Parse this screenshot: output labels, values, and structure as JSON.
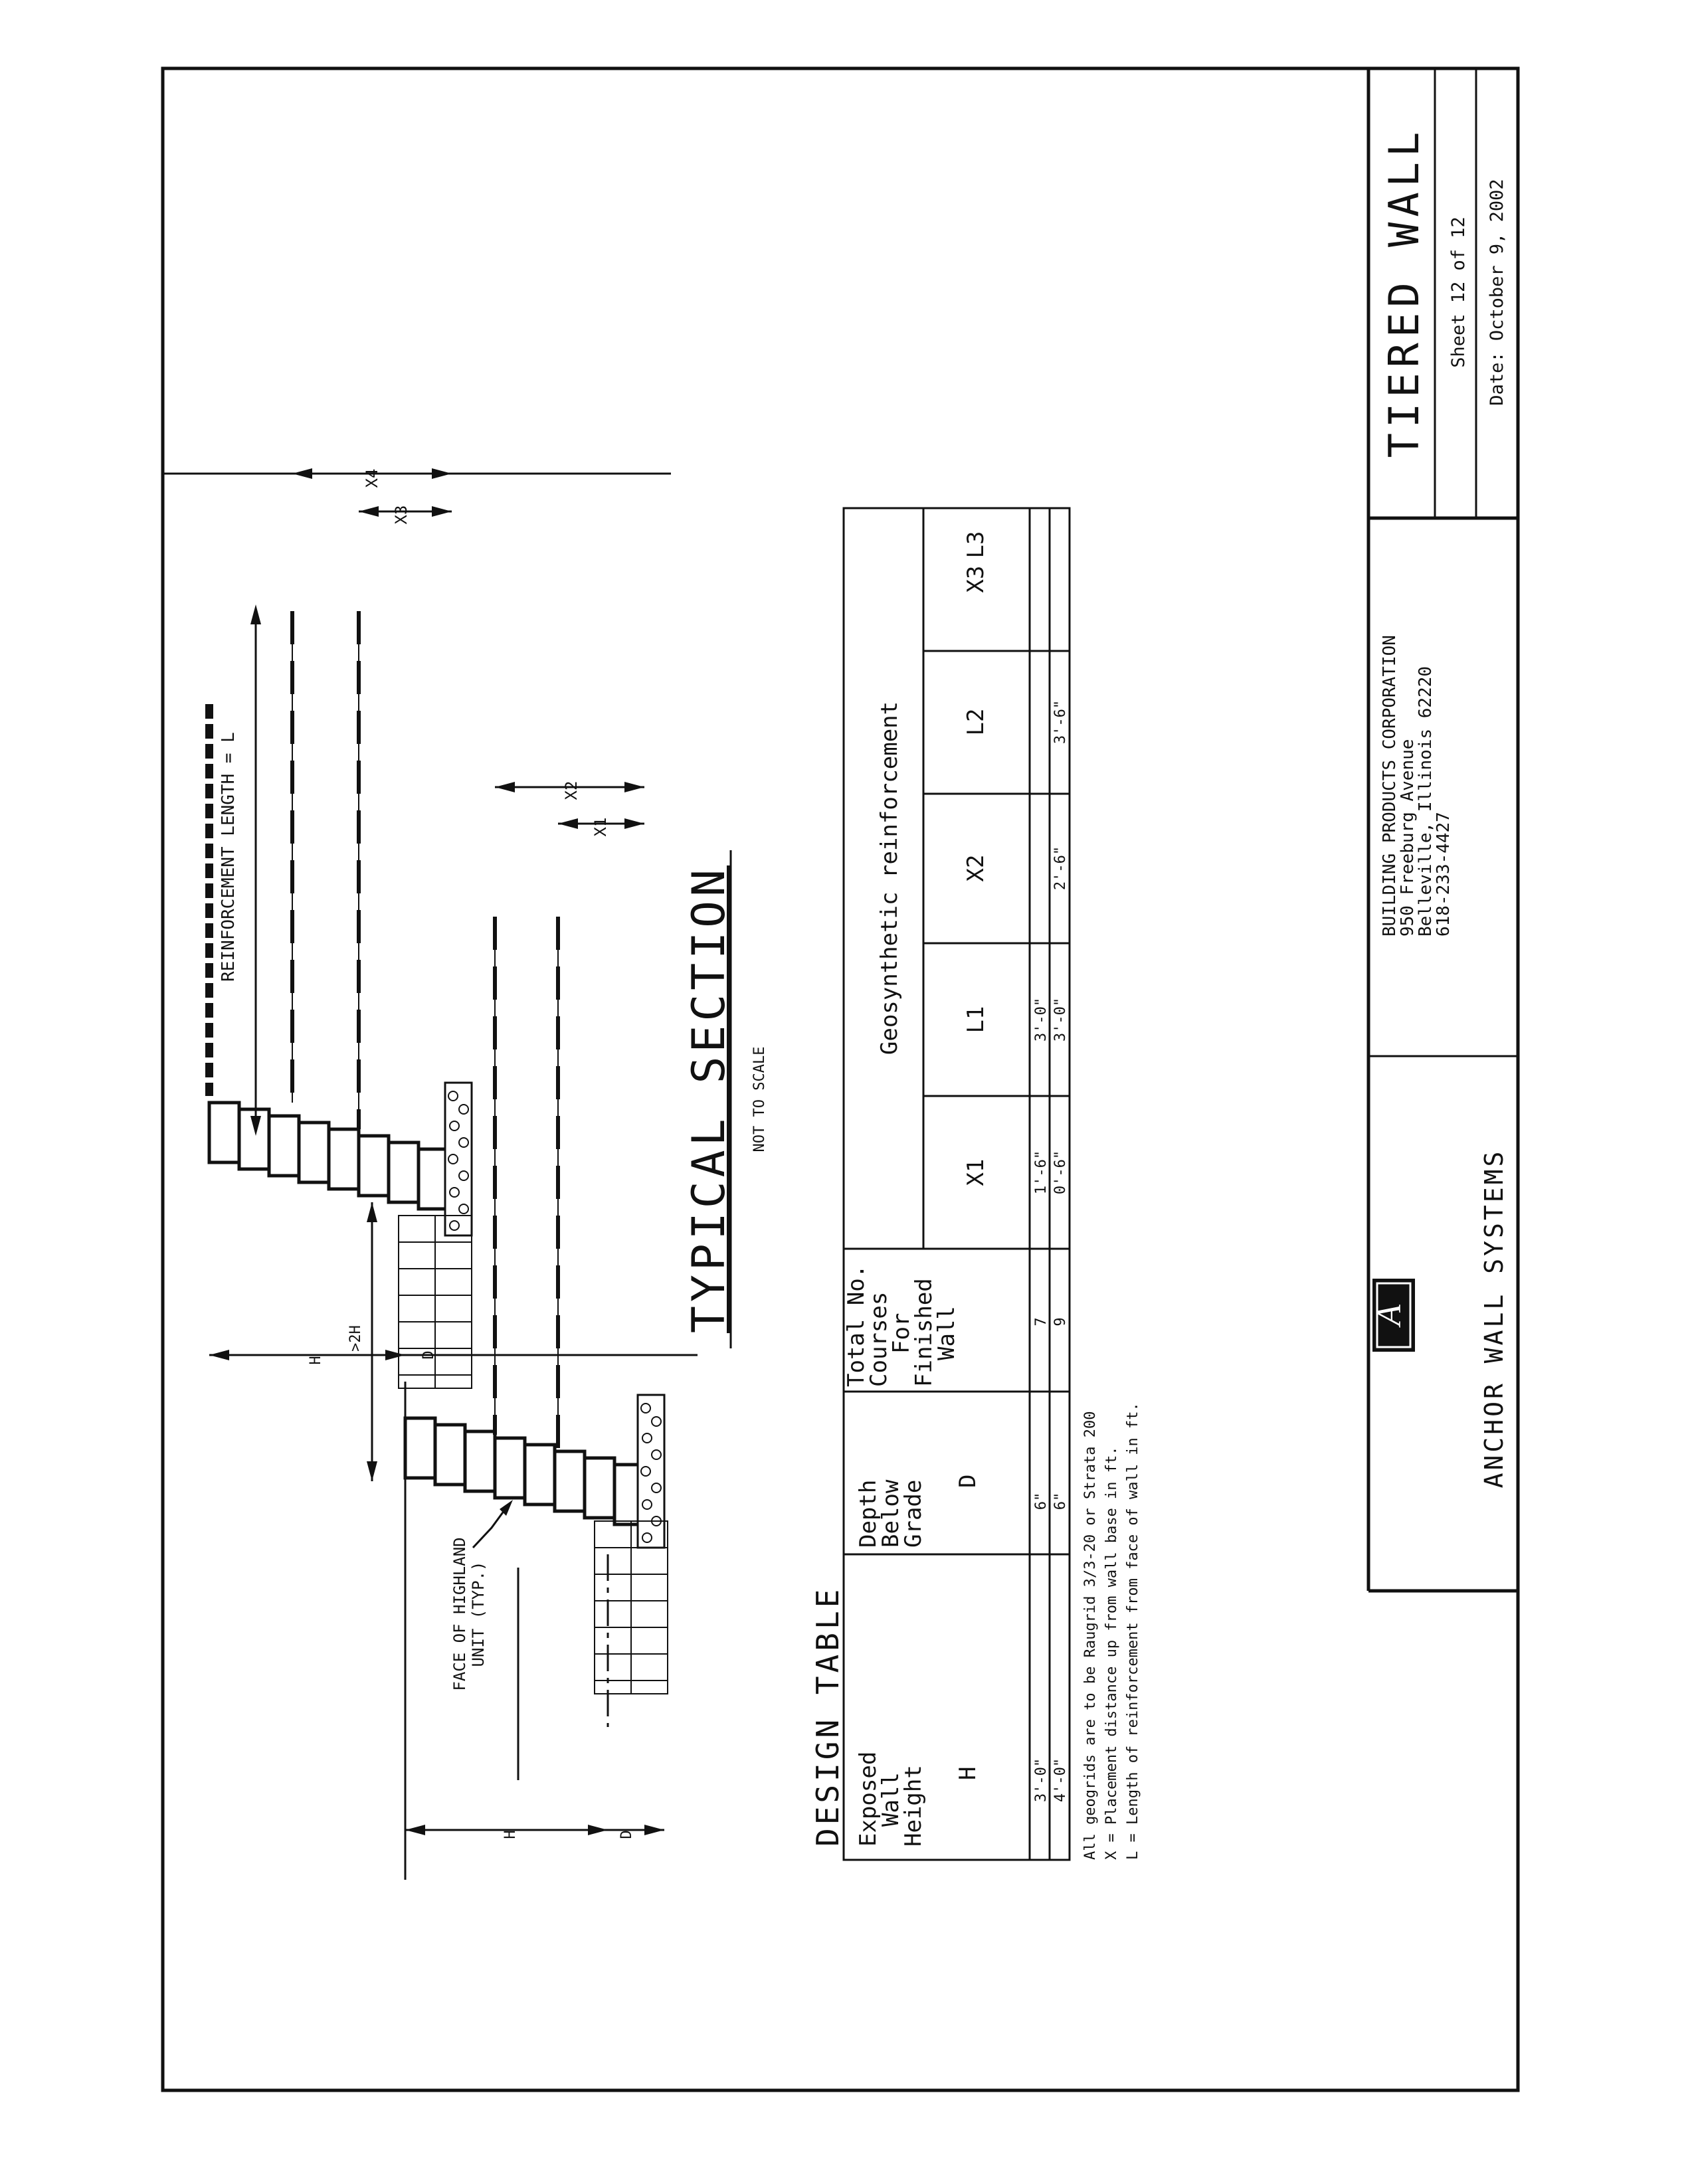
{
  "title_block": {
    "title": "TIERED WALL",
    "sheet": "Sheet 12 of 12",
    "date": "Date:  October 9, 2002",
    "company": "BUILDING PRODUCTS CORPORATION",
    "address": "950 Freeburg Avenue",
    "city": "Belleville, Illinois 62220",
    "phone": "618-233-4427",
    "brand": "ANCHOR WALL SYSTEMS",
    "logo_text": "A"
  },
  "section": {
    "title": "TYPICAL SECTION",
    "subtitle": "NOT TO SCALE",
    "reinforcement_label": "REINFORCEMENT LENGTH = L",
    "face_label_line1": "FACE OF HIGHLAND",
    "face_label_line2": "UNIT (TYP.)",
    "dim_h_upper": "H",
    "dim_2h": ">2H",
    "dim_d_upper": "D",
    "dim_h_lower": "H",
    "dim_d_lower": "D",
    "x1": "X1",
    "x2": "X2",
    "x3": "X3",
    "x4": "X4"
  },
  "design_table": {
    "title": "DESIGN TABLE",
    "col_h": [
      "Exposed",
      "Wall",
      "Height",
      "H"
    ],
    "col_d": [
      "Depth",
      "Below",
      "Grade",
      "D"
    ],
    "col_courses": [
      "Total No.",
      "Courses",
      "For",
      "Finished",
      "Wall"
    ],
    "group_header": "Geosynthetic reinforcement",
    "sub_headers": [
      "X1",
      "L1",
      "X2",
      "L2",
      "X3",
      "L3"
    ],
    "rows": [
      {
        "h": "3'-0\"",
        "d": "6\"",
        "courses": "7",
        "x1": "1'-6\"",
        "l1": "3'-0\"",
        "x2": "",
        "l2": "",
        "x3": "",
        "l3": ""
      },
      {
        "h": "4'-0\"",
        "d": "6\"",
        "courses": "9",
        "x1": "0'-6\"",
        "l1": "3'-0\"",
        "x2": "2'-6\"",
        "l2": "3'-6\"",
        "x3": "",
        "l3": ""
      }
    ]
  },
  "notes": [
    "All geogrids are to be Raugrid 3/3-20 or Strata 200",
    "X = Placement distance up from wall base in ft.",
    "L = Length of reinforcement from face of wall in ft."
  ]
}
